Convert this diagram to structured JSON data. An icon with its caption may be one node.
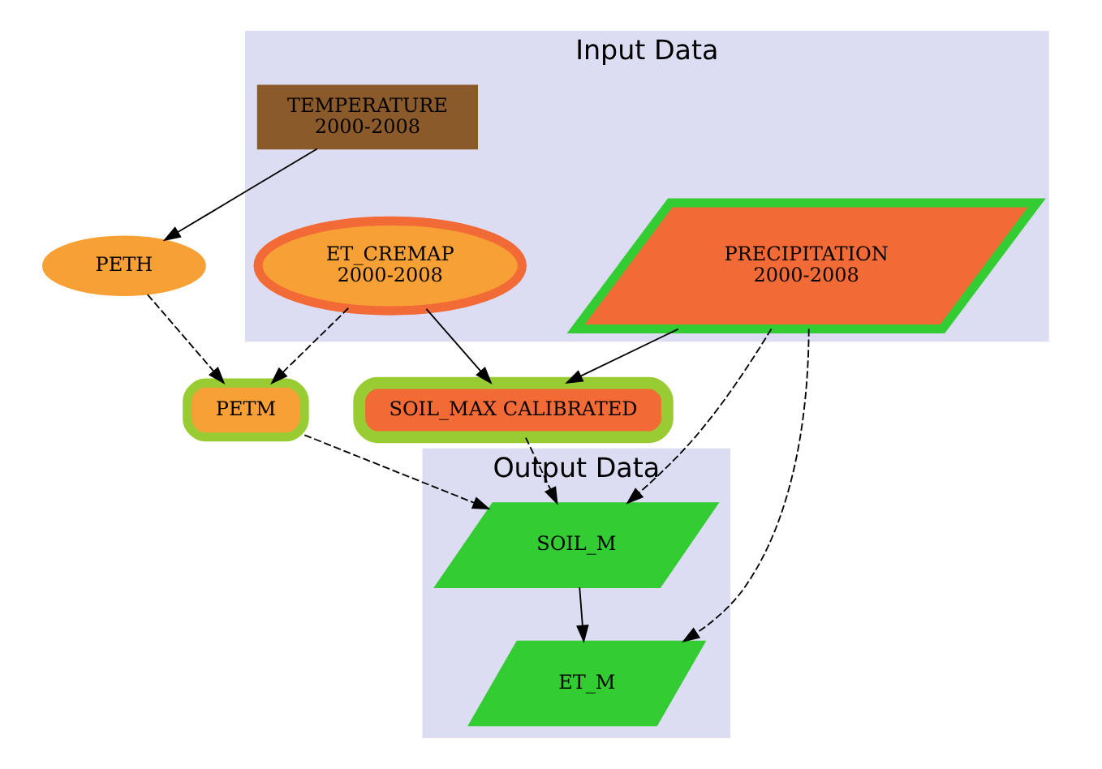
{
  "diagram": {
    "nodes": [
      {
        "text": [
          "Input Data"
        ]
      },
      {
        "text": [
          "ET_CREMAP",
          "2000-2008"
        ],
        "in": 0
      },
      {
        "text": [
          "TEMPERATURE",
          "2000-2008"
        ],
        "in": 0
      },
      {
        "text": [
          "PRECIPITATION",
          "2000-2008"
        ],
        "in": 0
      },
      {
        "text": [
          "PETH"
        ]
      },
      {
        "text": [
          "PETM"
        ]
      },
      {
        "text": [
          "SOIL_MAX CALIBRATED"
        ]
      },
      {
        "text": [
          "Output Data"
        ]
      },
      {
        "text": [
          "SOIL_M"
        ],
        "in": 7
      },
      {
        "text": [
          "ET_M"
        ],
        "in": 7
      }
    ],
    "edges": [
      {
        "from": 1,
        "to": 6,
        "arrow": "to"
      },
      {
        "from": 1,
        "to": 5,
        "arrow": "to",
        "style": "dashed"
      },
      {
        "from": 2,
        "to": 4,
        "arrow": "to"
      },
      {
        "from": 4,
        "to": 5,
        "arrow": "to",
        "style": "dashed"
      },
      {
        "from": 3,
        "to": 6,
        "arrow": "to"
      },
      {
        "from": 3,
        "to": 9,
        "arrow": "to",
        "style": "dashed"
      },
      {
        "from": 3,
        "to": 8,
        "arrow": "to",
        "style": "dashed"
      },
      {
        "from": 5,
        "to": 8,
        "arrow": "to",
        "style": "dashed"
      },
      {
        "from": 6,
        "to": 8,
        "arrow": "to",
        "style": "dashed"
      },
      {
        "from": 8,
        "to": 9,
        "arrow": "to"
      }
    ]
  }
}
